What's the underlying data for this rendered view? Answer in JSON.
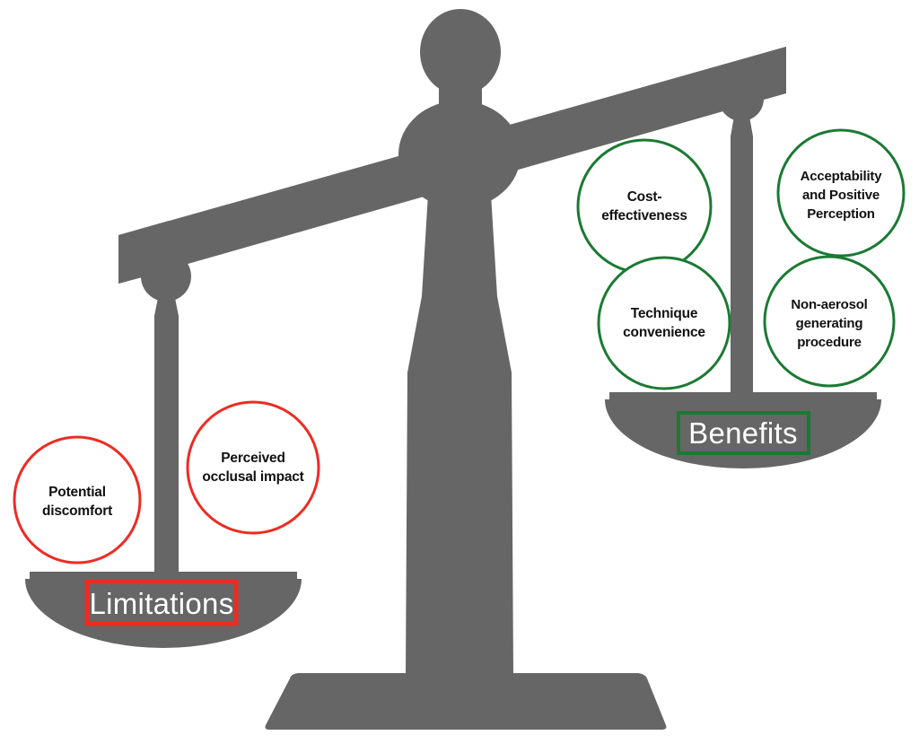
{
  "figure": {
    "name": "balance-scale-benefits-vs-limitations",
    "description": "A tilted balance scale weighing Benefits against Limitations",
    "background_color": "#ffffff",
    "scale_color": "#666666"
  },
  "colors": {
    "scale_gray": "#666666",
    "benefit_green": "#1a7a33",
    "limitation_red": "#ee2b22",
    "bubble_fill": "#ffffff",
    "bubble_text": "#111111",
    "pan_label_text": "#ffffff"
  },
  "pans": {
    "left": {
      "label": "Limitations",
      "accent_color": "#ee2b22",
      "label_text_color": "#ffffff",
      "position": "down"
    },
    "right": {
      "label": "Benefits",
      "accent_color": "#1a7a33",
      "label_text_color": "#ffffff",
      "position": "up"
    }
  },
  "limitations": {
    "accent_color": "#ee2b22",
    "items": [
      {
        "id": "potential-discomfort",
        "lines": [
          "Potential",
          "discomfort"
        ]
      },
      {
        "id": "perceived-occlusal-impact",
        "lines": [
          "Perceived",
          "occlusal impact"
        ]
      }
    ]
  },
  "benefits": {
    "accent_color": "#1a7a33",
    "items": [
      {
        "id": "cost-effectiveness",
        "lines": [
          "Cost-",
          "effectiveness"
        ]
      },
      {
        "id": "technique-convenience",
        "lines": [
          "Technique",
          "convenience"
        ]
      },
      {
        "id": "acceptability-and-positive-perception",
        "lines": [
          "Acceptability",
          "and Positive",
          "Perception"
        ]
      },
      {
        "id": "non-aerosol-generating-procedure",
        "lines": [
          "Non-aerosol",
          "generating",
          "procedure"
        ]
      }
    ]
  },
  "bubble_text": {
    "limitation_1_line_1": "Potential",
    "limitation_1_line_2": "discomfort",
    "limitation_2_line_1": "Perceived",
    "limitation_2_line_2": "occlusal impact",
    "benefit_1_line_1": "Cost-",
    "benefit_1_line_2": "effectiveness",
    "benefit_2_line_1": "Technique",
    "benefit_2_line_2": "convenience",
    "benefit_3_line_1": "Acceptability",
    "benefit_3_line_2": "and Positive",
    "benefit_3_line_3": "Perception",
    "benefit_4_line_1": "Non-aerosol",
    "benefit_4_line_2": "generating",
    "benefit_4_line_3": "procedure"
  }
}
